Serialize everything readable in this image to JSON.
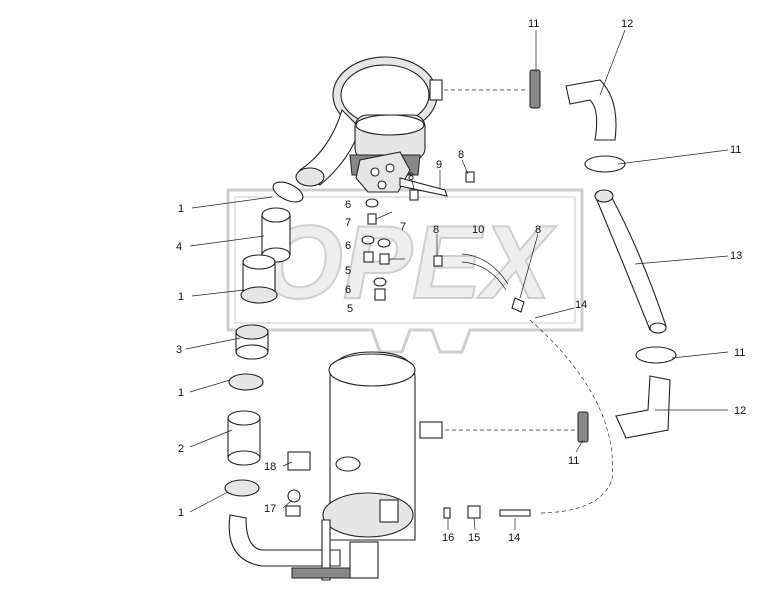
{
  "watermark": {
    "text": "OPEX"
  },
  "labels": [
    {
      "id": "l1a",
      "text": "1"
    },
    {
      "id": "l4",
      "text": "4"
    },
    {
      "id": "l1b",
      "text": "1"
    },
    {
      "id": "l3",
      "text": "3"
    },
    {
      "id": "l1c",
      "text": "1"
    },
    {
      "id": "l2",
      "text": "2"
    },
    {
      "id": "l1d",
      "text": "1"
    },
    {
      "id": "l6a",
      "text": "6"
    },
    {
      "id": "l7a",
      "text": "7"
    },
    {
      "id": "l6b",
      "text": "6"
    },
    {
      "id": "l7b",
      "text": "7"
    },
    {
      "id": "l5a",
      "text": "5"
    },
    {
      "id": "l6c",
      "text": "6"
    },
    {
      "id": "l5b",
      "text": "5"
    },
    {
      "id": "l8a",
      "text": "8"
    },
    {
      "id": "l8b",
      "text": "8"
    },
    {
      "id": "l9",
      "text": "9"
    },
    {
      "id": "l8c",
      "text": "8"
    },
    {
      "id": "l10",
      "text": "10"
    },
    {
      "id": "l8d",
      "text": "8"
    },
    {
      "id": "l14a",
      "text": "14"
    },
    {
      "id": "l11a",
      "text": "11"
    },
    {
      "id": "l12a",
      "text": "12"
    },
    {
      "id": "l11b",
      "text": "11"
    },
    {
      "id": "l13",
      "text": "13"
    },
    {
      "id": "l11c",
      "text": "11"
    },
    {
      "id": "l12b",
      "text": "12"
    },
    {
      "id": "l11d",
      "text": "11"
    },
    {
      "id": "l18",
      "text": "18"
    },
    {
      "id": "l17",
      "text": "17"
    },
    {
      "id": "l16",
      "text": "16"
    },
    {
      "id": "l15",
      "text": "15"
    },
    {
      "id": "l14b",
      "text": "14"
    }
  ]
}
